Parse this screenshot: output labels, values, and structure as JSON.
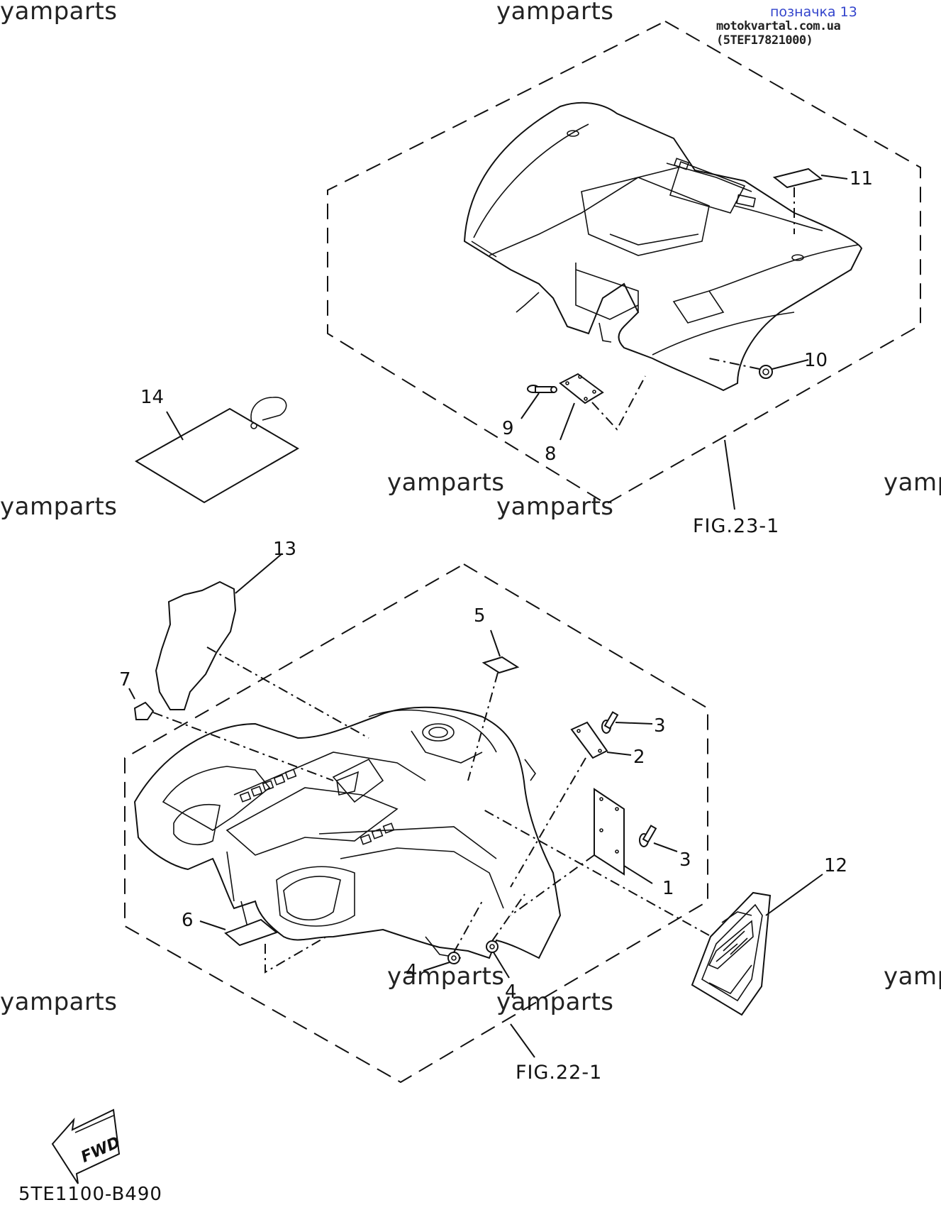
{
  "header": {
    "ref_label": "позначка 13",
    "ref_source": "motokvartal.com.ua (5TEF17821000)"
  },
  "watermark": "yamparts",
  "figures": {
    "rear_fender": "FIG.23-1",
    "front_fender": "FIG.22-1"
  },
  "callouts": [
    "1",
    "2",
    "3",
    "3",
    "4",
    "4",
    "5",
    "6",
    "7",
    "8",
    "9",
    "10",
    "11",
    "12",
    "13",
    "14"
  ],
  "fwd_arrow": "FWD",
  "diagram_code": "5TE1100-B490"
}
